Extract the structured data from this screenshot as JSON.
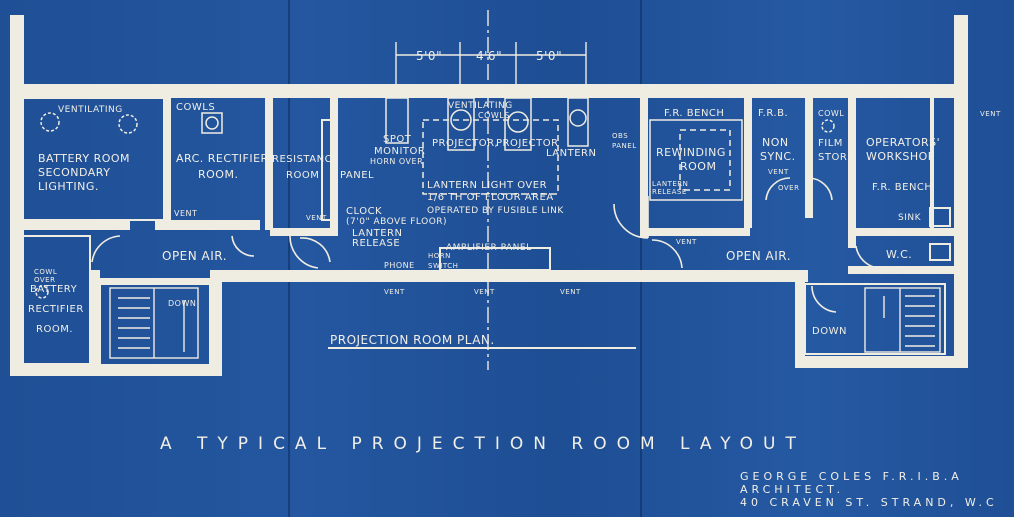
{
  "plan": {
    "caption": "PROJECTION ROOM PLAN.",
    "dims": [
      "5'0\"",
      "4'6\"",
      "5'0\""
    ],
    "rooms": {
      "battery": [
        "BATTERY ROOM",
        "SECONDARY",
        "LIGHTING."
      ],
      "ventilating_left": "VENTILATING",
      "cowls": "COWLS",
      "arc": [
        "ARC. RECTIFIER",
        "ROOM."
      ],
      "resistance": [
        "RESISTANCE",
        "ROOM"
      ],
      "panel": "PANEL",
      "spot": [
        "SPOT",
        "MONITOR",
        "HORN OVER"
      ],
      "projector1": "PROJECTOR,",
      "projector2": "PROJECTOR",
      "ventilating_mid": "VENTILATING",
      "cowls_mid": "COWLS",
      "lantern": "LANTERN",
      "light_note": [
        "LANTERN LIGHT OVER",
        "1/6 TH OF FLOOR AREA",
        "OPERATED BY FUSIBLE LINK"
      ],
      "clock": [
        "CLOCK",
        "(7'0\" ABOVE FLOOR)"
      ],
      "lantern_release": [
        "LANTERN",
        "RELEASE"
      ],
      "amplifier": "AMPLIFIER PANEL",
      "phone": "PHONE",
      "horn_switch": [
        "HORN",
        "SWITCH"
      ],
      "obs_panel": [
        "OBS",
        "PANEL"
      ],
      "fr_bench1": "F.R. BENCH",
      "rewinding": [
        "REWINDING",
        "ROOM"
      ],
      "lantern_release2": [
        "LANTERN",
        "RELEASE"
      ],
      "frb": "F.R.B.",
      "nonsync": [
        "NON",
        "SYNC."
      ],
      "vent_over": [
        "VENT",
        "OVER"
      ],
      "cowl_film": "COWL",
      "film_store": [
        "FILM",
        "STORE"
      ],
      "operators": [
        "OPERATORS'",
        "WORKSHOP"
      ],
      "fr_bench2": "F.R. BENCH",
      "sink": "SINK",
      "wc": "W.C.",
      "down_right": "DOWN",
      "down_left": "DOWN",
      "battery_rect": [
        "COWL",
        "OVER",
        "BATTERY",
        "RECTIFIER",
        "ROOM."
      ],
      "open_air1": "OPEN AIR.",
      "open_air2": "OPEN AIR.",
      "vent": "VENT"
    }
  },
  "title": "A TYPICAL PROJECTION ROOM LAYOUT",
  "credit": [
    "GEORGE COLES F.R.I.B.A",
    "ARCHITECT.",
    "40 CRAVEN ST. STRAND, W.C"
  ]
}
